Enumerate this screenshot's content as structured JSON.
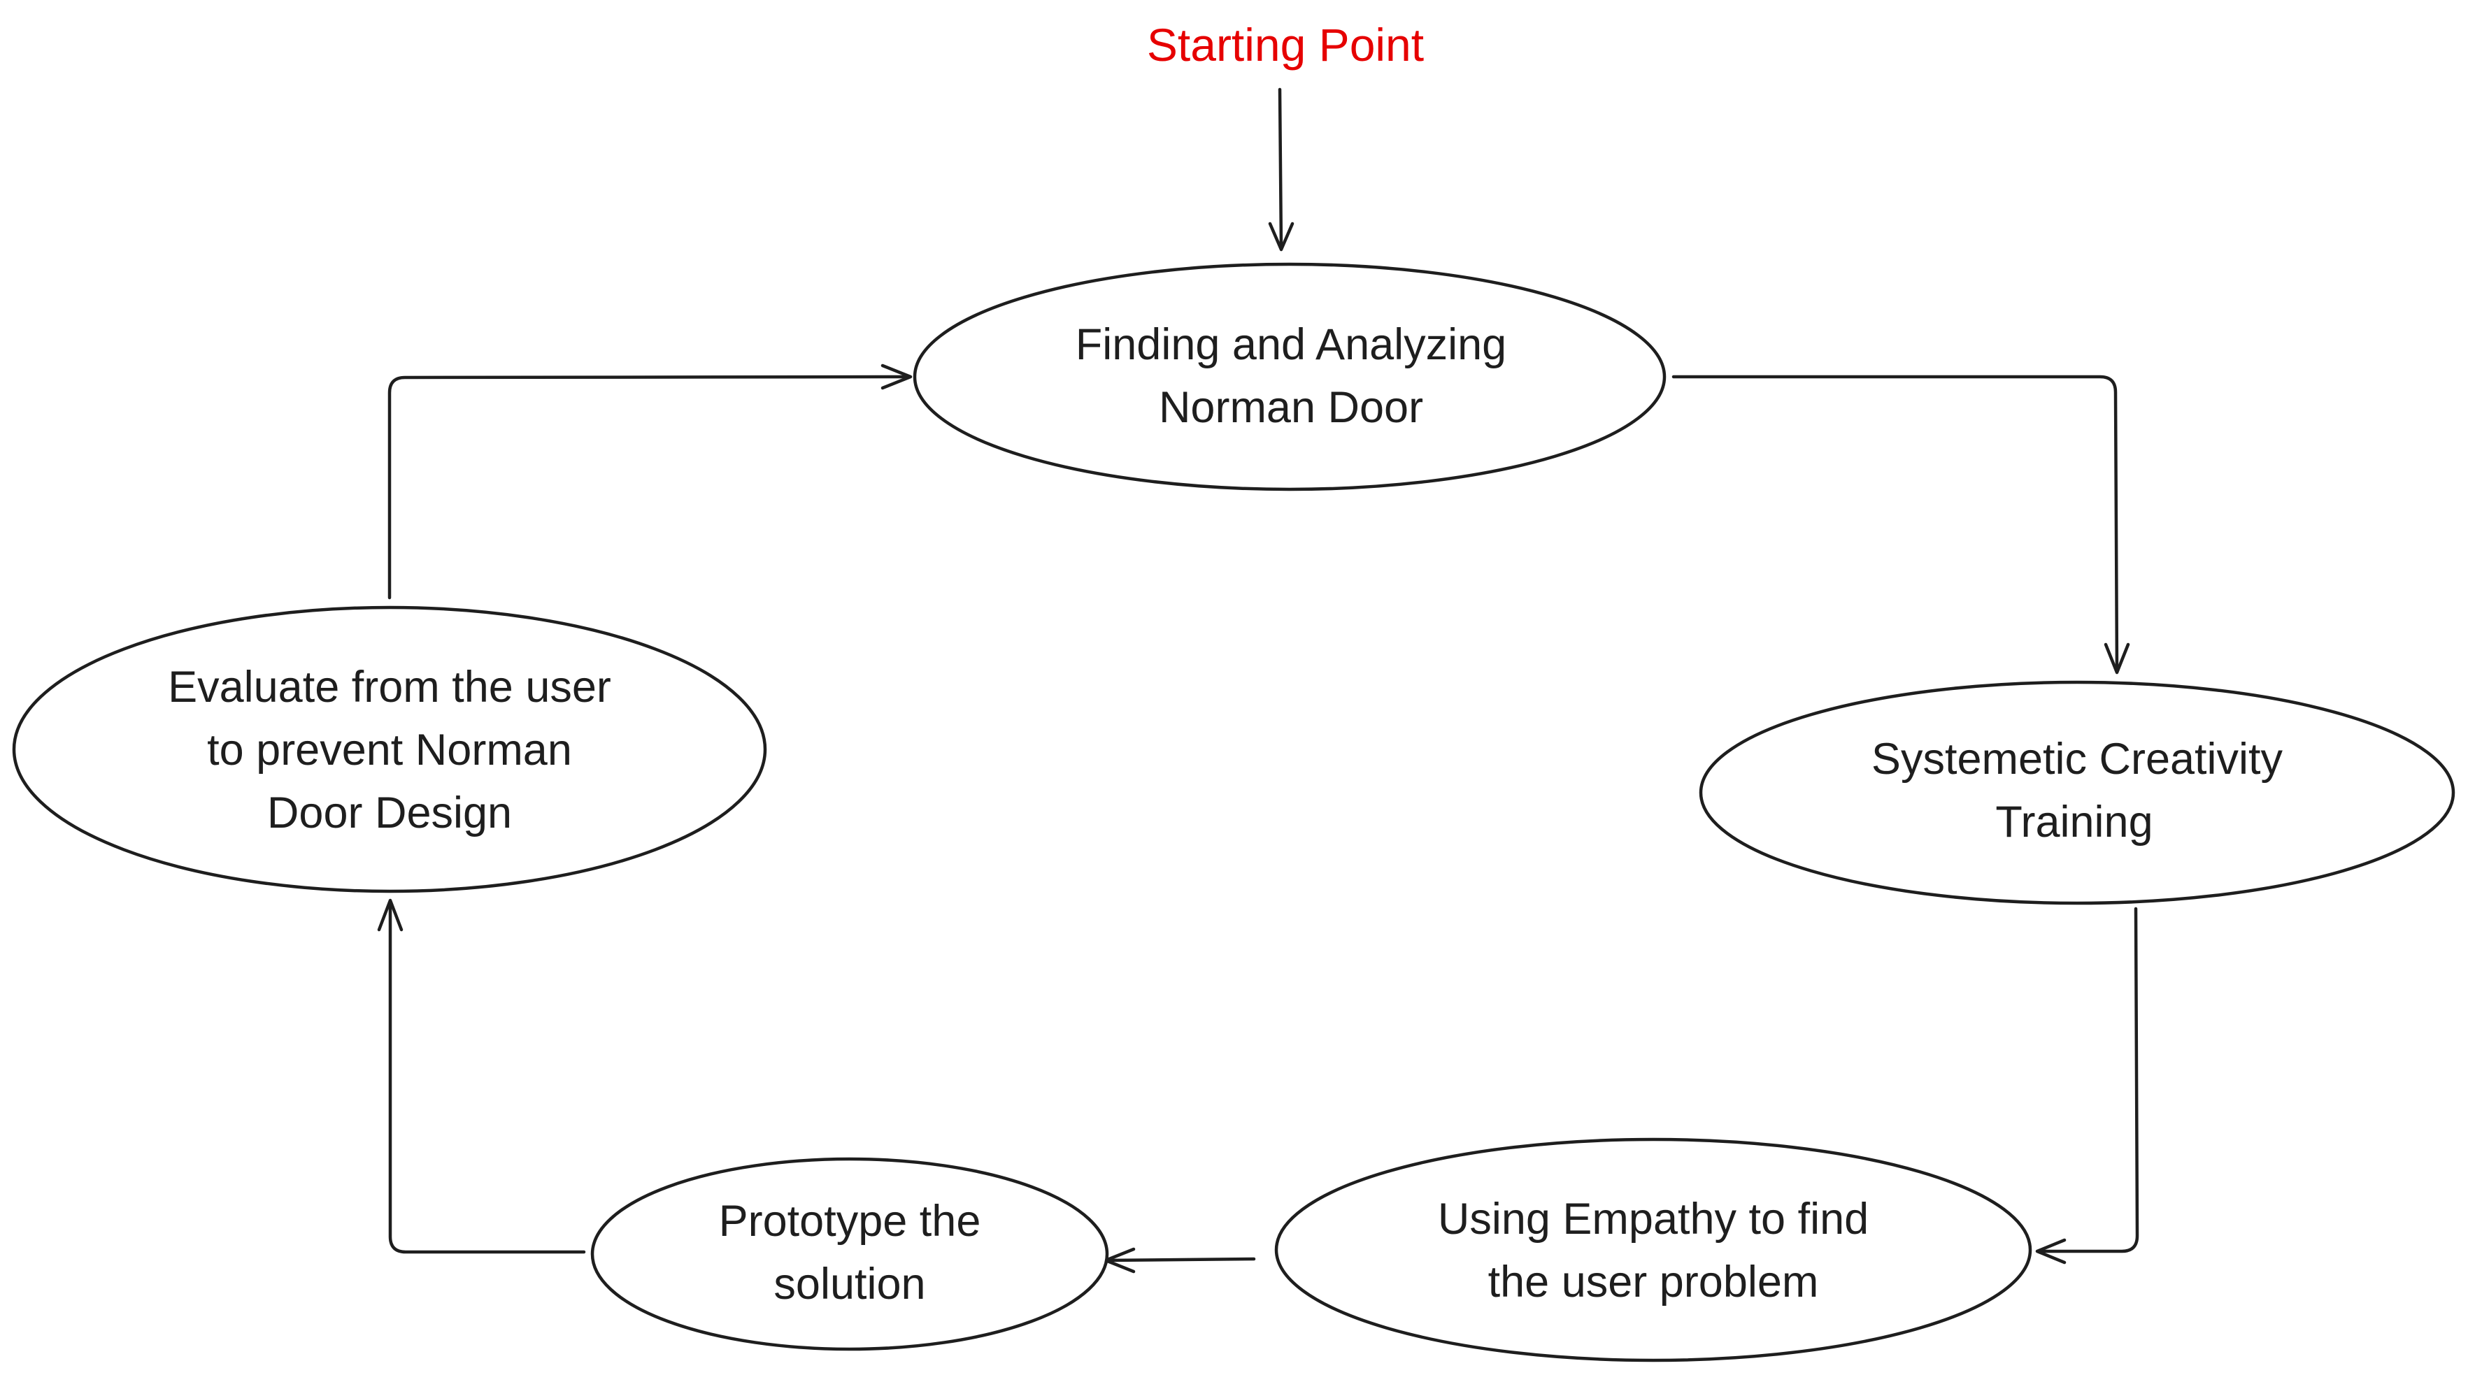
{
  "start": {
    "label": "Starting Point",
    "color": "#e60000"
  },
  "nodes": {
    "finding": {
      "line1": "Finding and Analyzing",
      "line2": "Norman Door"
    },
    "systematic": {
      "line1": "Systemetic Creativity",
      "line2": "Training"
    },
    "empathy": {
      "line1": "Using Empathy to find",
      "line2": "the user problem"
    },
    "prototype": {
      "line1": "Prototype the",
      "line2": "solution"
    },
    "evaluate": {
      "line1": "Evaluate from the user",
      "line2": "to prevent Norman",
      "line3": "Door Design"
    }
  },
  "colors": {
    "stroke": "#1e1e1e",
    "text": "#1e1e1e",
    "background": "#ffffff"
  }
}
